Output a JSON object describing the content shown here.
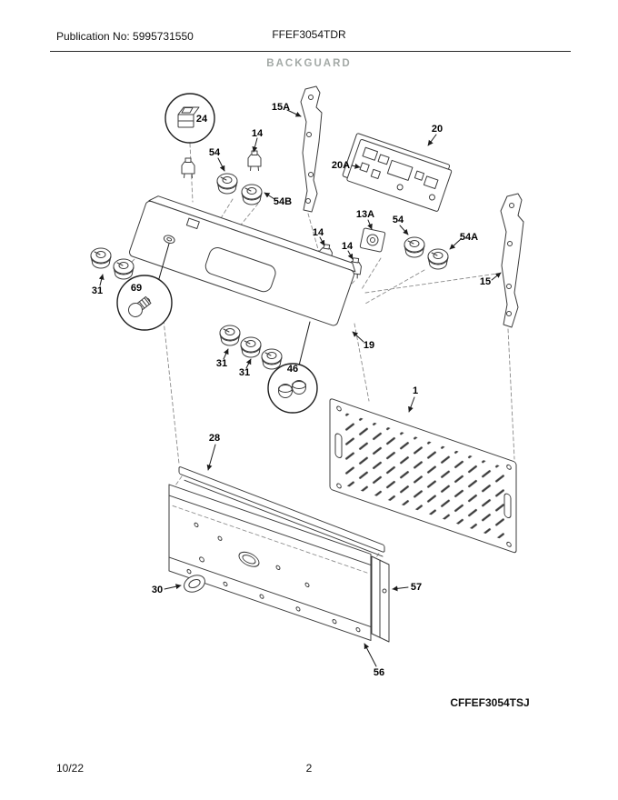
{
  "header": {
    "publication_label": "Publication No: 5995731550",
    "model": "FFEF3054TDR",
    "section_title": "BACKGUARD"
  },
  "diagram": {
    "drawing_code": "CFFEF3054TSJ",
    "callouts": [
      {
        "label": "24"
      },
      {
        "label": "15A"
      },
      {
        "label": "14"
      },
      {
        "label": "54"
      },
      {
        "label": "20"
      },
      {
        "label": "20A"
      },
      {
        "label": "54B"
      },
      {
        "label": "13A"
      },
      {
        "label": "14"
      },
      {
        "label": "54"
      },
      {
        "label": "54A"
      },
      {
        "label": "14"
      },
      {
        "label": "15"
      },
      {
        "label": "31"
      },
      {
        "label": "69"
      },
      {
        "label": "19"
      },
      {
        "label": "31"
      },
      {
        "label": "31"
      },
      {
        "label": "46"
      },
      {
        "label": "1"
      },
      {
        "label": "28"
      },
      {
        "label": "30"
      },
      {
        "label": "57"
      },
      {
        "label": "56"
      }
    ]
  },
  "footer": {
    "date": "10/22",
    "page_number": "2"
  },
  "colors": {
    "section_title_muted": "#a3a9a6",
    "line_art": "#3c3c3c"
  }
}
